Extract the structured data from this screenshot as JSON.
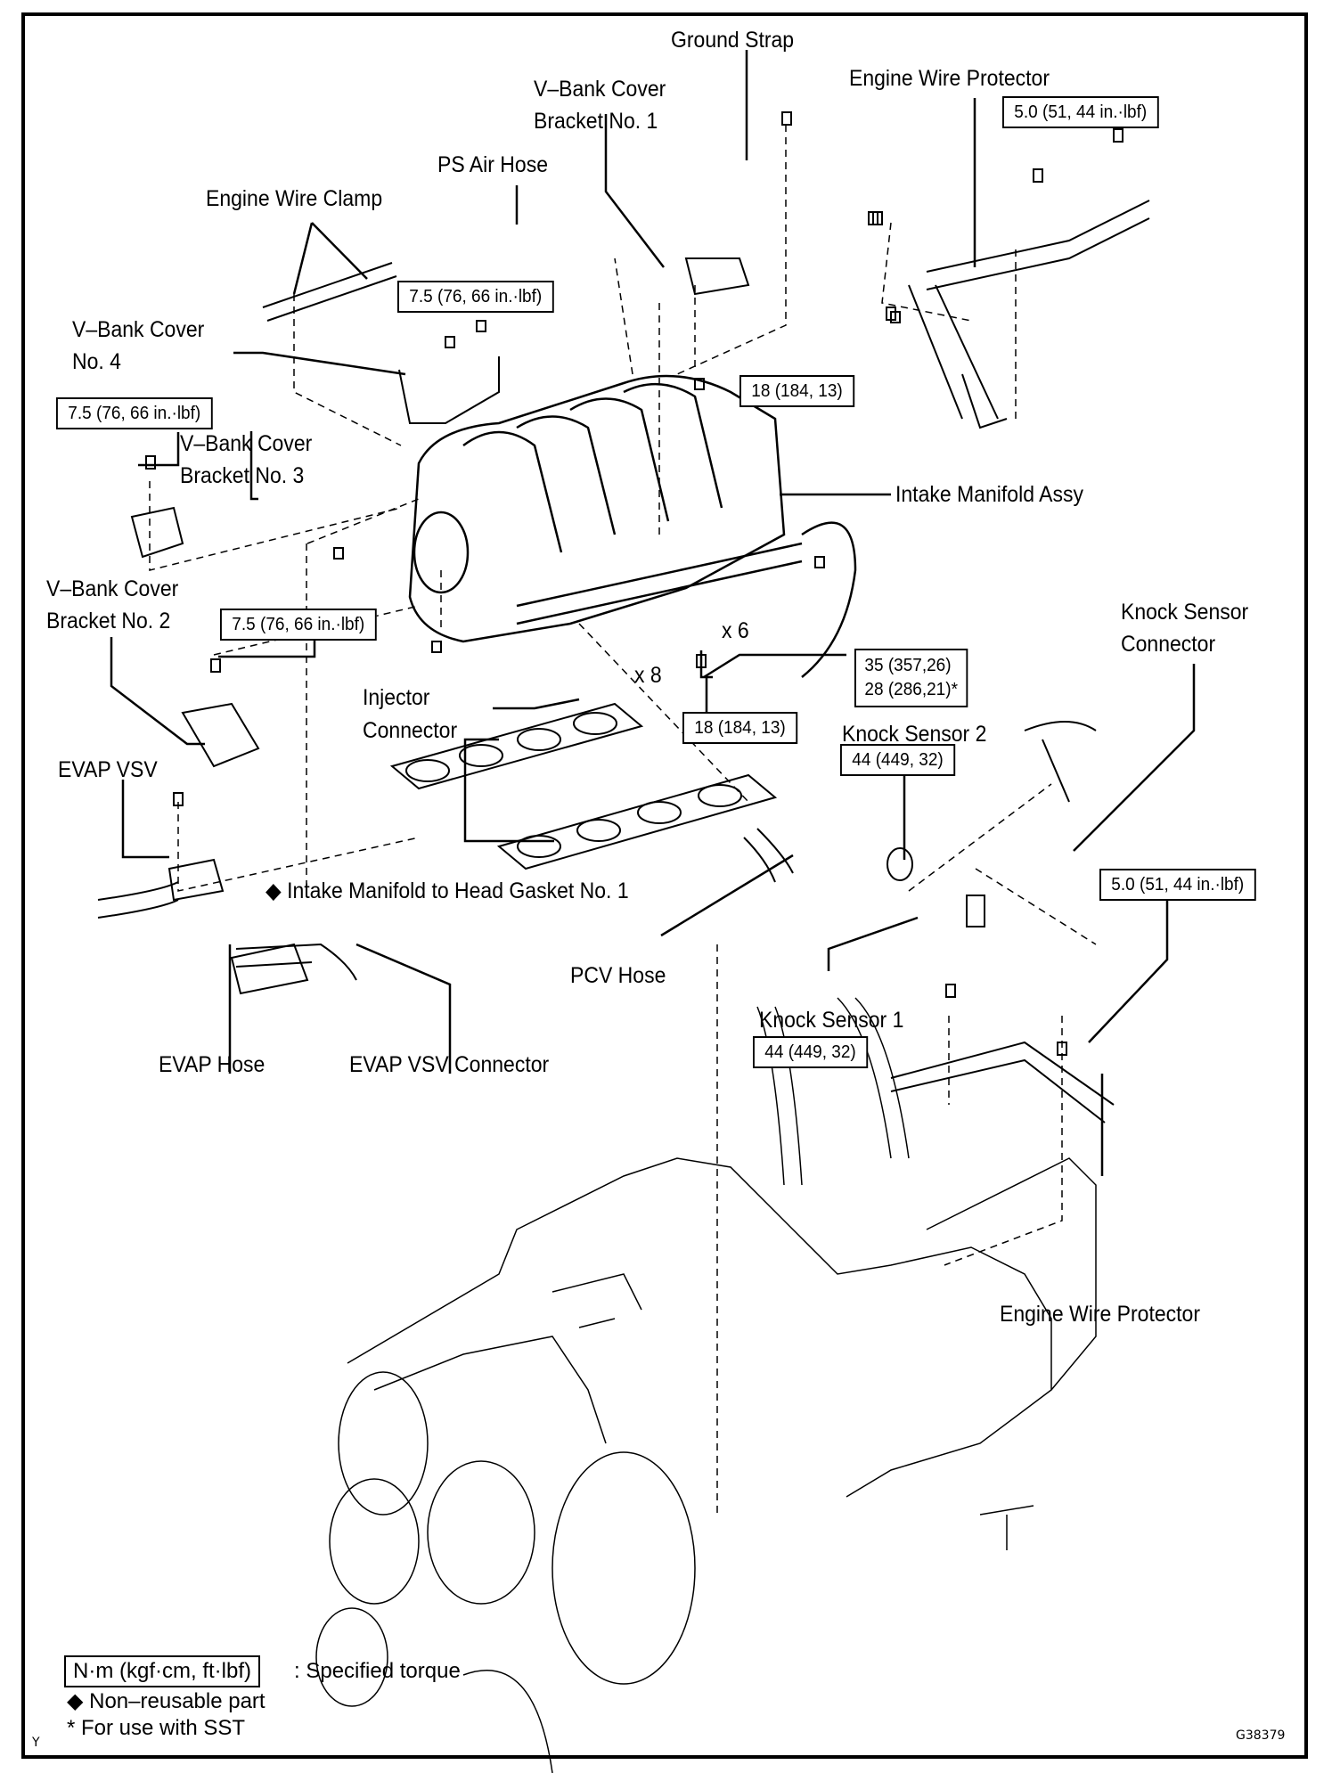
{
  "diagram": {
    "type": "exploded-parts-diagram",
    "subject": "Intake manifold assembly removal / installation"
  },
  "labels": {
    "ground_strap": "Ground Strap",
    "v_bank_cover_bracket_1_line1": "V–Bank Cover",
    "v_bank_cover_bracket_1_line2": "Bracket No. 1",
    "engine_wire_protector_top": "Engine Wire Protector",
    "ps_air_hose": "PS Air Hose",
    "engine_wire_clamp": "Engine Wire Clamp",
    "v_bank_cover_4_line1": "V–Bank Cover",
    "v_bank_cover_4_line2": "No. 4",
    "v_bank_cover_bracket_3_line1": "V–Bank Cover",
    "v_bank_cover_bracket_3_line2": "Bracket No. 3",
    "intake_manifold_assy": "Intake Manifold Assy",
    "v_bank_cover_bracket_2_line1": "V–Bank Cover",
    "v_bank_cover_bracket_2_line2": "Bracket No. 2",
    "knock_sensor_connector_line1": "Knock  Sensor",
    "knock_sensor_connector_line2": "Connector",
    "qty_x6": "x 6",
    "qty_x8": "x 8",
    "injector_connector_line1": "Injector",
    "injector_connector_line2": "Connector",
    "knock_sensor_2": "Knock Sensor 2",
    "evap_vsv": "EVAP VSV",
    "gasket": "◆ Intake Manifold to Head Gasket No. 1",
    "pcv_hose": "PCV Hose",
    "knock_sensor_1": "Knock Sensor 1",
    "evap_hose": "EVAP Hose",
    "evap_vsv_connector": "EVAP VSV Connector",
    "engine_wire_protector_bottom": "Engine Wire Protector"
  },
  "torque_specs": {
    "engine_wire_protector_top": "5.0 (51, 44 in.·lbf)",
    "v_bank_cover_4": "7.5 (76, 66 in.·lbf)",
    "manifold_nut": "18 (184, 13)",
    "v_bank_cover_bracket_3": "7.5 (76, 66 in.·lbf)",
    "v_bank_cover_bracket_2": "7.5 (76, 66 in.·lbf)",
    "fuel_line_line1": "35 (357,26)",
    "fuel_line_line2": "28 (286,21)*",
    "manifold_bolts": "18 (184, 13)",
    "knock_sensor_2": "44 (449, 32)",
    "engine_wire_protector_bottom": "5.0 (51, 44 in.·lbf)",
    "knock_sensor_1": "44 (449, 32)"
  },
  "legend": {
    "torque_unit": "N·m (kgf·cm, ft·lbf)",
    "torque_desc": ": Specified torque",
    "non_reusable": "◆ Non–reusable part",
    "sst": "* For use with SST"
  },
  "footer": {
    "corner_mark": "Y",
    "figure_id": "G38379"
  }
}
